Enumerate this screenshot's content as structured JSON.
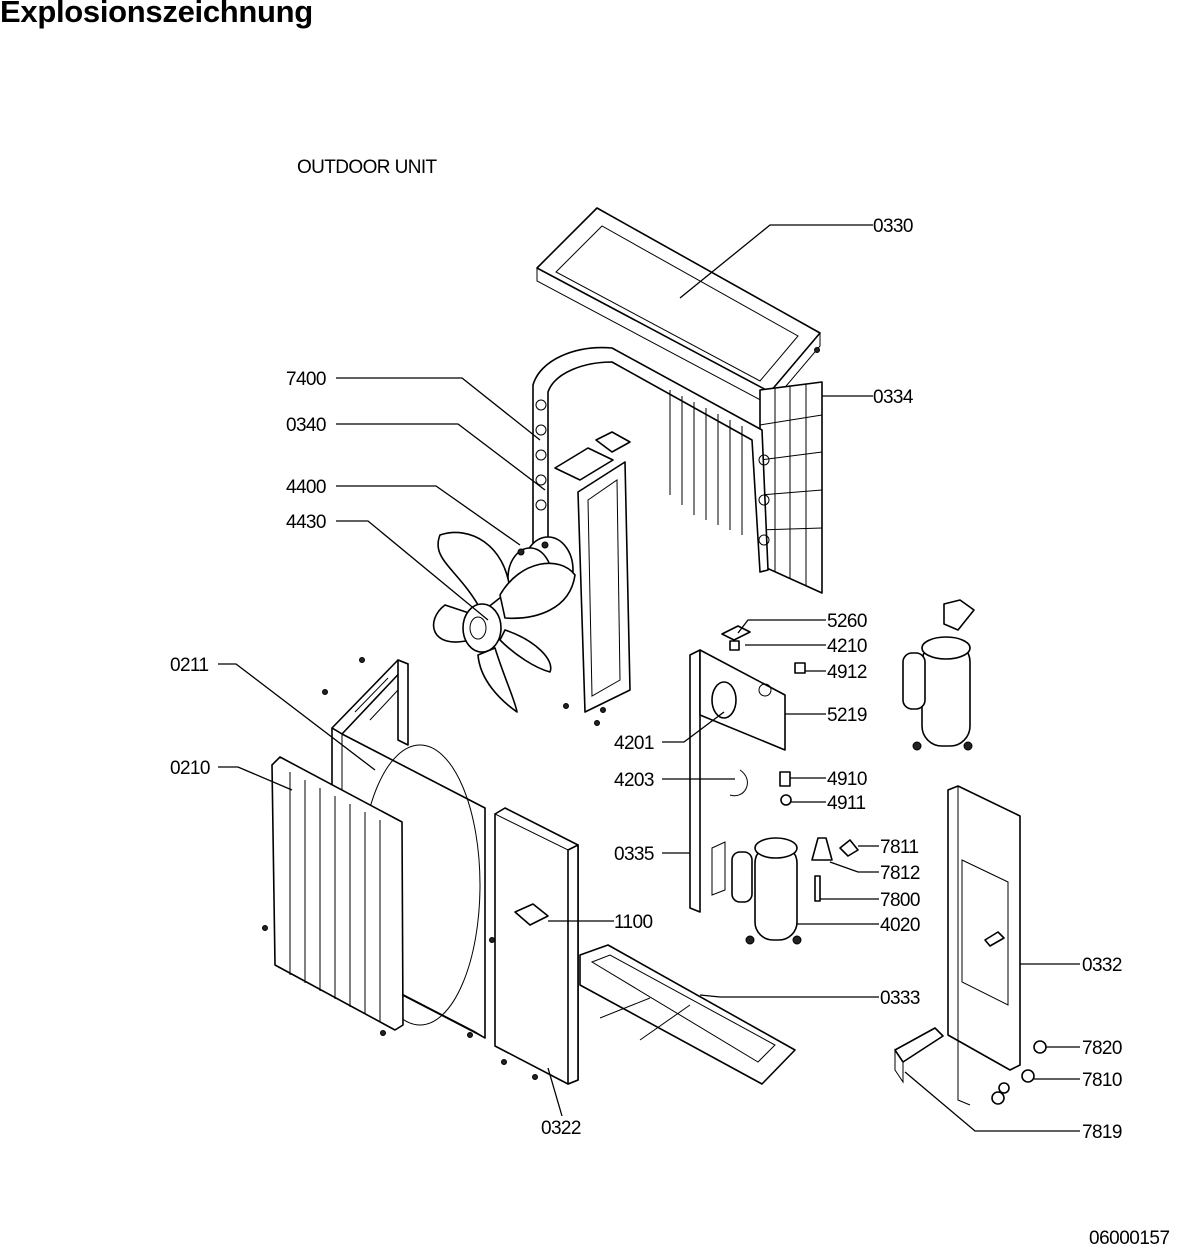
{
  "header": {
    "title": "Explosionszeichnung"
  },
  "diagram": {
    "subtitle": "OUTDOOR UNIT",
    "doc_number": "06000157",
    "labels": {
      "p0330": "0330",
      "p0334": "0334",
      "p7400": "7400",
      "p0340": "0340",
      "p4400": "4400",
      "p4430": "4430",
      "p5260": "5260",
      "p4210": "4210",
      "p4912": "4912",
      "p0211": "0211",
      "p5219": "5219",
      "p4201": "4201",
      "p0210": "0210",
      "p4203": "4203",
      "p4910": "4910",
      "p4911": "4911",
      "p7811": "7811",
      "p7812": "7812",
      "p0335": "0335",
      "p7800": "7800",
      "p1100": "1100",
      "p4020": "4020",
      "p0332": "0332",
      "p0333": "0333",
      "p7820": "7820",
      "p7810": "7810",
      "p0322": "0322",
      "p7819": "7819"
    }
  }
}
